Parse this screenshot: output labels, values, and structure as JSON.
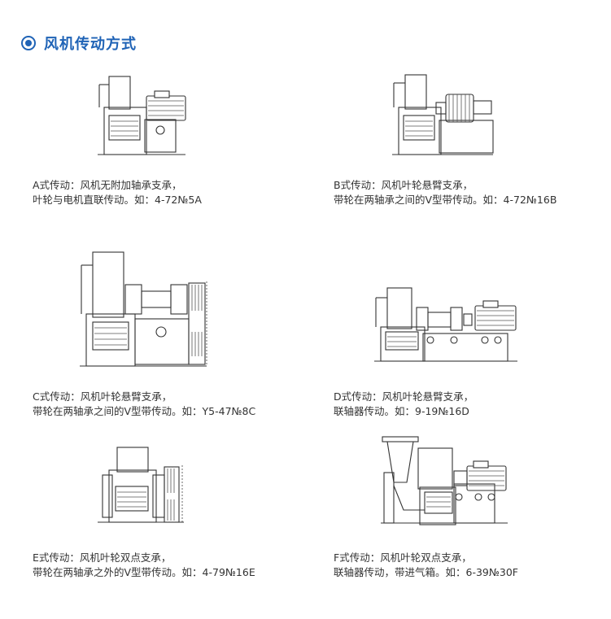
{
  "section": {
    "title": "风机传动方式",
    "bullet_color": "#1f63b6"
  },
  "figures": [
    {
      "id": "A",
      "lines": [
        "A式传动：风机无附加轴承支承，",
        "叶轮与电机直联传动。如：4-72№5A"
      ]
    },
    {
      "id": "B",
      "lines": [
        "B式传动：风机叶轮悬臂支承，",
        "带轮在两轴承之间的V型带传动。如：4-72№16B"
      ]
    },
    {
      "id": "C",
      "lines": [
        "C式传动：风机叶轮悬臂支承，",
        "带轮在两轴承之间的V型带传动。如：Y5-47№8C"
      ]
    },
    {
      "id": "D",
      "lines": [
        "D式传动：风机叶轮悬臂支承，",
        "联轴器传动。如：9-19№16D"
      ]
    },
    {
      "id": "E",
      "lines": [
        "E式传动：风机叶轮双点支承，",
        "带轮在两轴承之外的V型带传动。如：4-79№16E"
      ]
    },
    {
      "id": "F",
      "lines": [
        "F式传动：风机叶轮双点支承，",
        "联轴器传动，带进气箱。如：6-39№30F"
      ]
    }
  ]
}
